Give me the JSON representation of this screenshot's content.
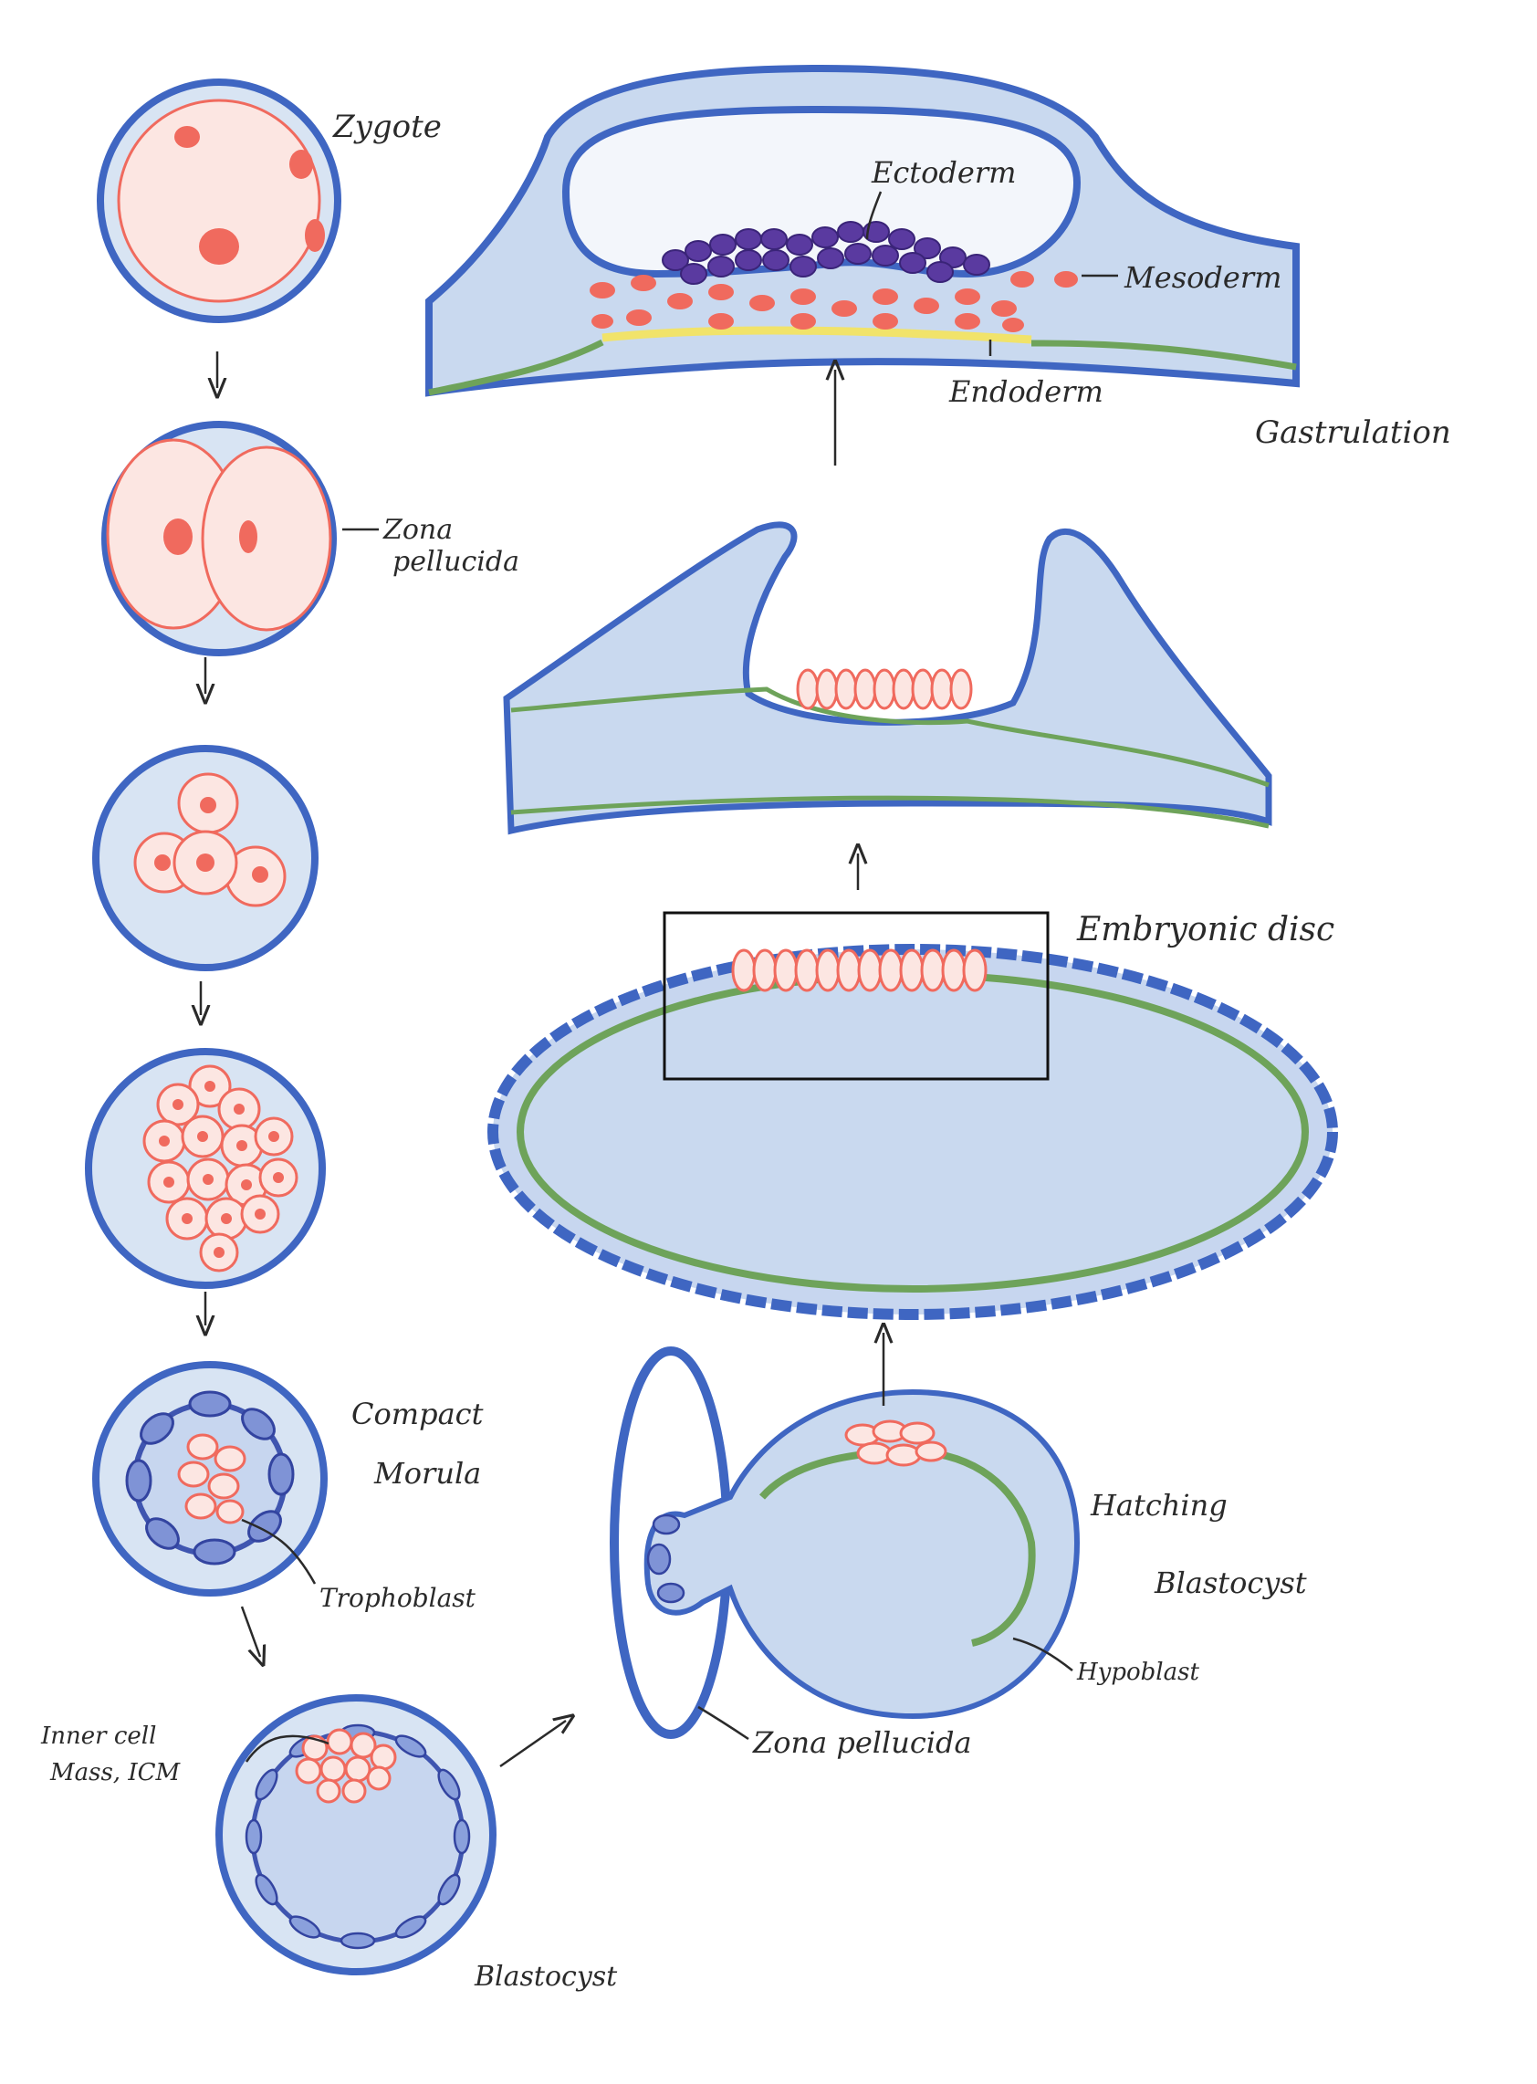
{
  "diagram": {
    "labels": {
      "zygote": "Zygote",
      "zona_pellucida_left_1": "Zona",
      "zona_pellucida_left_2": "pellucida",
      "compact_morula_1": "Compact",
      "compact_morula_2": "Morula",
      "trophoblast": "Trophoblast",
      "inner_cell_mass_1": "Inner cell",
      "inner_cell_mass_2": "Mass, ICM",
      "blastocyst": "Blastocyst",
      "zona_pellucida_bottom": "Zona pellucida",
      "hatching_blastocyst_1": "Hatching",
      "hatching_blastocyst_2": "Blastocyst",
      "hypoblast": "Hypoblast",
      "embryonic_disc": "Embryonic disc",
      "ectoderm": "Ectoderm",
      "mesoderm": "Mesoderm",
      "endoderm": "Endoderm",
      "gastrulation": "Gastrulation"
    },
    "colors": {
      "zona_outline": "#3f66c2",
      "fluid": "#c9d9ef",
      "cell_red": "#f06a5e",
      "cell_fill": "#fbe1db",
      "hypoblast_green": "#6ea35a",
      "ectoderm_purple": "#5a3aa0",
      "endoderm_yellow": "#f1e36a",
      "ink": "#2a2a2a"
    }
  }
}
